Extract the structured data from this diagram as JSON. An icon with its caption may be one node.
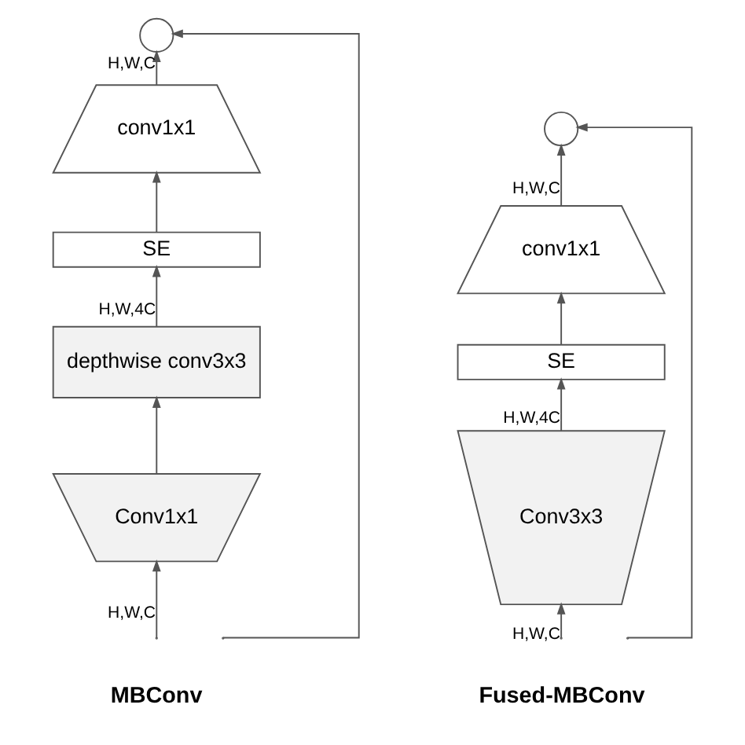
{
  "diagram": {
    "nodes": [
      {
        "text": [],
        "shape": "circle"
      },
      {
        "text": [
          "conv1x1"
        ]
      },
      {
        "text": [
          "SE"
        ]
      },
      {
        "text": [
          "depthwise conv3x3"
        ]
      },
      {
        "text": [
          "Conv1x1"
        ]
      },
      {
        "text": [],
        "shape": "circle"
      },
      {
        "text": [
          "conv1x1"
        ]
      },
      {
        "text": [
          "SE"
        ]
      },
      {
        "text": [
          "Conv3x3"
        ]
      }
    ],
    "edges": [
      {
        "from": null,
        "to": 4,
        "arrow": "to",
        "label": "H,W,C"
      },
      {
        "from": 4,
        "to": 3,
        "arrow": "to"
      },
      {
        "from": 3,
        "to": 2,
        "arrow": "to",
        "label": "H,W,4C"
      },
      {
        "from": 2,
        "to": 1,
        "arrow": "to"
      },
      {
        "from": 1,
        "to": 0,
        "arrow": "to",
        "label": "H,W,C"
      },
      {
        "from": null,
        "to": 0,
        "arrow": "to"
      },
      {
        "from": null,
        "to": 8,
        "arrow": "to",
        "label": "H,W,C"
      },
      {
        "from": 8,
        "to": 7,
        "arrow": "to",
        "label": "H,W,4C"
      },
      {
        "from": 7,
        "to": 6,
        "arrow": "to"
      },
      {
        "from": 6,
        "to": 5,
        "arrow": "to",
        "label": "H,W,C"
      },
      {
        "from": null,
        "to": 5,
        "arrow": "to"
      }
    ],
    "labels": [
      "MBConv",
      "Fused-MBConv"
    ]
  }
}
